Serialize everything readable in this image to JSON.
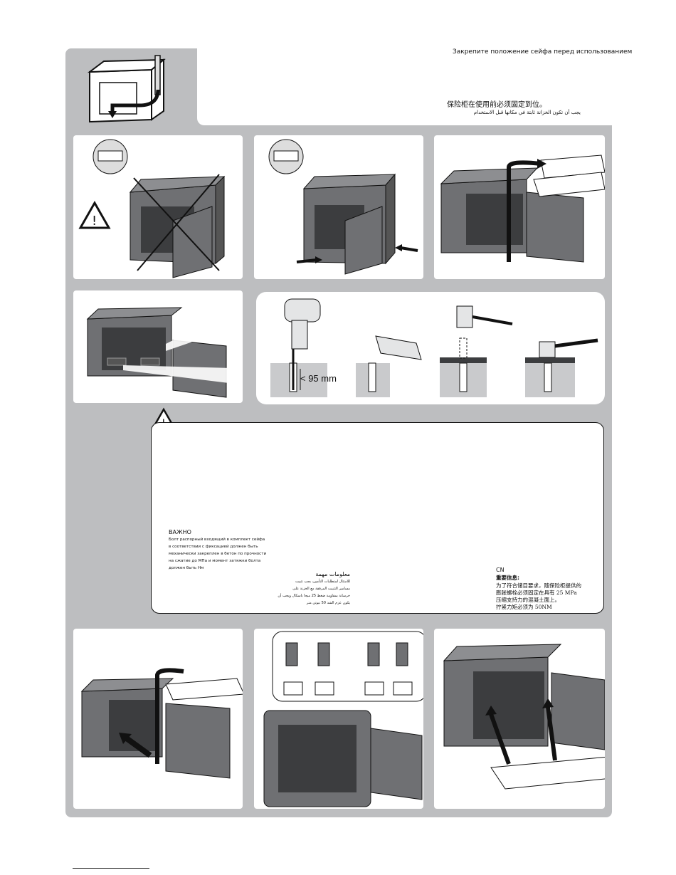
{
  "header": {
    "ru_title": "Закрепите положение сейфа перед использованием",
    "cn_title": "保险柜在使用前必须固定到位。",
    "ar_title": "يجب أن تكون الخزانة ثابتة في مكانها قبل الاستخدام"
  },
  "drill": {
    "depth_label": "< 95 mm"
  },
  "warning": {
    "ru_heading": "ВАЖНО",
    "ru_line1": "Болт распорный входящий в комплект сейфа",
    "ru_line2": "в соответствии с фиксацией должен быть",
    "ru_line3": "механически закреплен в бетон по прочности",
    "ru_line4": "на сжатие до      МПа  и момент затяжки болта",
    "ru_line5": "должен быть     Нм",
    "ar_heading": "معلومات مهمة",
    "ar_line1": "للامتثال لمتطلبات التأمين، يجب تثبيت",
    "ar_line2": "مسامير التثبيت المرفقة مع الخزنة على",
    "ar_line3": "خرسانة بمقاومة ضغط 25 ميجا باسكال ويجب أن",
    "ar_line4": "يكون عزم الشد 50 نيوتن متر",
    "cn_label": "CN",
    "cn_heading": "重要信息:",
    "cn_line1": "为了符合储目要求，随保险柜提供的",
    "cn_line2": "膨胀螺栓必须固定在具有  25 MPa",
    "cn_line3": "压缩支持力的混凝土面上。",
    "cn_line4": "拧紧力矩必须为  50NM"
  },
  "colors": {
    "panel_bg": "#bdbec0",
    "safe_body": "#6f7073",
    "safe_dark": "#3c3d3f"
  }
}
